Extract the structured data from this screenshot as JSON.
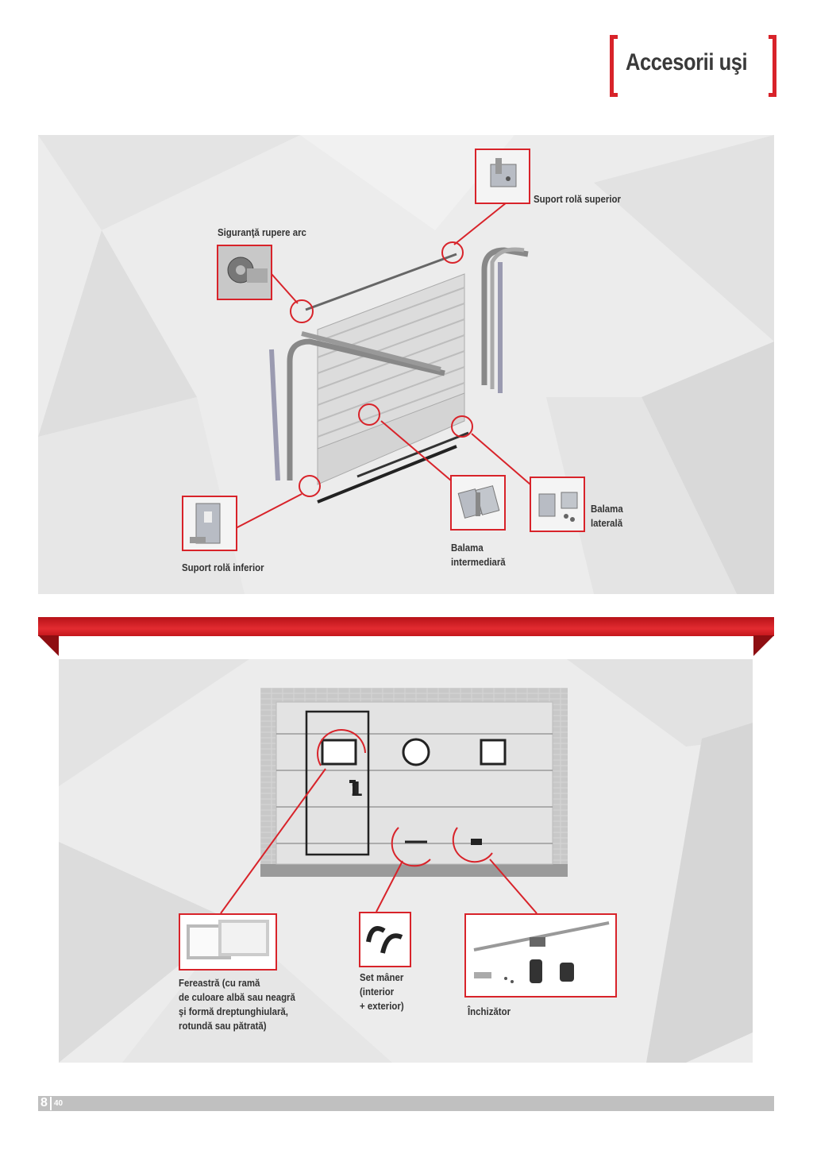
{
  "header": {
    "title": "Accesorii uşi"
  },
  "top_panel": {
    "labels": {
      "suport_superior": "Suport rolă superior",
      "siguranta": "Siguranţă rupere arc",
      "balama_laterala_1": "Balama",
      "balama_laterala_2": "laterală",
      "balama_intermediara_1": "Balama",
      "balama_intermediara_2": "intermediară",
      "suport_inferior": "Suport rolă inferior"
    }
  },
  "bottom_panel": {
    "door_number": "1",
    "fereastra": [
      "Fereastră  (cu ramă",
      "de culoare albă sau neagră",
      "şi formă dreptunghiulară,",
      "rotundă sau pătrată)"
    ],
    "maner": [
      "Set mâner",
      "(interior",
      "+ exterior)"
    ],
    "inchizator": "Închizător"
  },
  "footer": {
    "page": "8",
    "total": "40"
  },
  "colors": {
    "accent": "#d8232a",
    "panel_bg": "#ececec",
    "footer_bar": "#c0c0c0"
  }
}
